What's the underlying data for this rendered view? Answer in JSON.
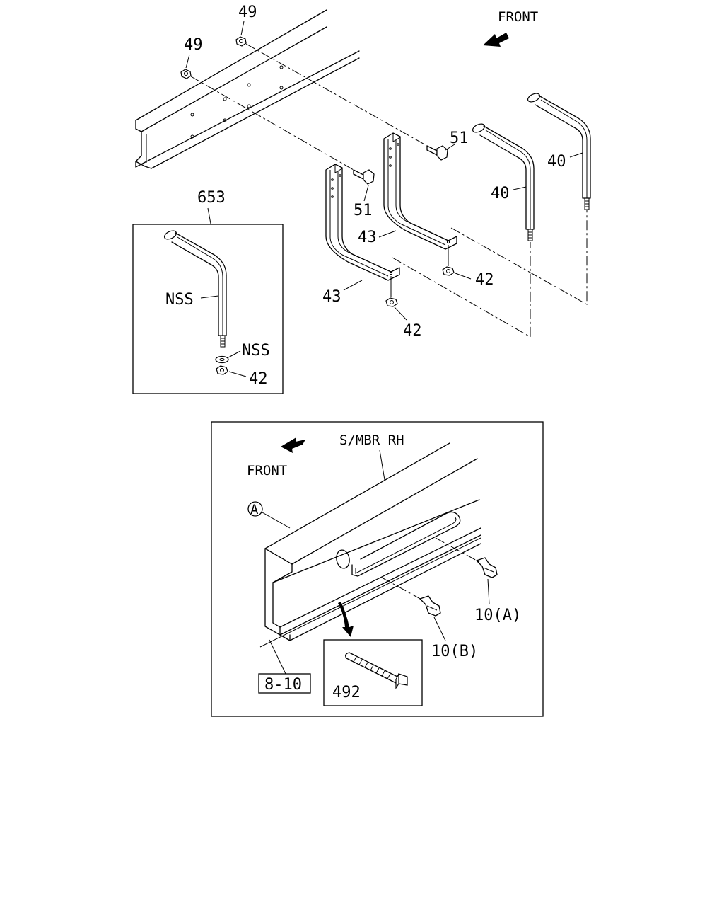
{
  "labels": {
    "front_top": "FRONT",
    "front_bottom": "FRONT",
    "smbr": "S/MBR RH",
    "circle_a": "A",
    "ref_810": "8-10",
    "nut_49_a": "49",
    "nut_49_b": "49",
    "bolt_51_a": "51",
    "bolt_51_b": "51",
    "strap_40_a": "40",
    "strap_40_b": "40",
    "bracket_43_a": "43",
    "bracket_43_b": "43",
    "nut_42_a": "42",
    "nut_42_b": "42",
    "nut_42_c": "42",
    "kit_653": "653",
    "nss_strap": "NSS",
    "nss_washer": "NSS",
    "clip_10a": "10(A)",
    "clip_10b": "10(B)",
    "tie_492": "492"
  }
}
